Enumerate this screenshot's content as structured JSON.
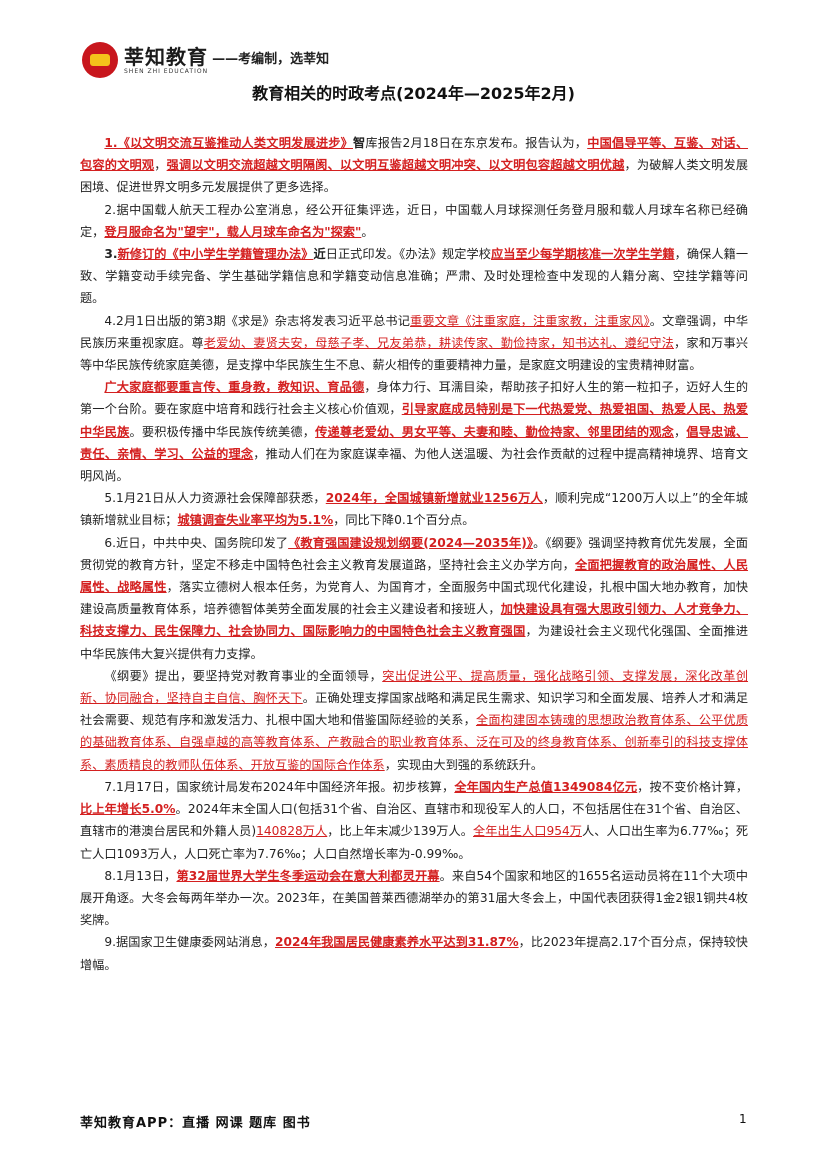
{
  "header": {
    "brand": "莘知教育",
    "brand_en": "SHEN ZHI EDUCATION",
    "slogan": "——考编制，选莘知"
  },
  "title": "教育相关的时政考点(2024年—2025年2月)",
  "paragraphs": [
    [
      {
        "t": "1.《以文明交流互鉴推动人类文明发展进步》",
        "s": "rb"
      },
      {
        "t": "智",
        "s": "b"
      },
      {
        "t": "库报告2月18日在东京发布。报告认为，"
      },
      {
        "t": "中国倡导平等、互鉴、对话、包容的文明观",
        "s": "rb"
      },
      {
        "t": "，"
      },
      {
        "t": "强调以文明交流超越文明隔阂、以文明互鉴超越文明冲突、以文明包容超越文明优越",
        "s": "rb"
      },
      {
        "t": "，为破解人类文明发展困境、促进世界文明多元发展提供了更多选择。"
      }
    ],
    [
      {
        "t": "2.据中国载人航天工程办公室消息，经公开征集评选，近日，中国载人月球探测任务登月服和载人月球车名称已经确定，"
      },
      {
        "t": "登月服命名为\"望宇\"，载人月球车命名为\"探索\"",
        "s": "rb"
      },
      {
        "t": "。"
      }
    ],
    [
      {
        "t": "3.",
        "s": "b"
      },
      {
        "t": "新修订的《中小学生学籍管理办法》",
        "s": "rb"
      },
      {
        "t": "近",
        "s": "b"
      },
      {
        "t": "日正式印发。《办法》规定学校"
      },
      {
        "t": "应当至少每学期核准一次学生学籍",
        "s": "rb"
      },
      {
        "t": "，确保人籍一致、学籍变动手续完备、学生基础学籍信息和学籍变动信息准确；严肃、及时处理检查中发现的人籍分离、空挂学籍等问题。"
      }
    ],
    [
      {
        "t": "4.2月1日出版的第3期《求是》杂志将发表习近平总书记"
      },
      {
        "t": "重要文章《注重家庭，注重家教，注重家风》",
        "s": "ru"
      },
      {
        "t": "。文章强调，中华民族历来重视家庭。尊"
      },
      {
        "t": "老爱幼、妻贤夫安，母慈子孝、兄友弟恭，耕读传家、勤俭持家，知书达礼、遵纪守法",
        "s": "ru"
      },
      {
        "t": "，家和万事兴等中华民族传统家庭美德，是支撑中华民族生生不息、薪火相传的重要精神力量，是家庭文明建设的宝贵精神财富。"
      }
    ],
    [
      {
        "t": "广大家庭都要重言传、重身教，教知识、育品德",
        "s": "rb"
      },
      {
        "t": "，身体力行、耳濡目染，帮助孩子扣好人生的第一粒扣子，迈好人生的第一个台阶。要在家庭中培育和践行社会主义核心价值观，"
      },
      {
        "t": "引导家庭成员特别是下一代热爱党、热爱祖国、热爱人民、热爱中华民族",
        "s": "rb"
      },
      {
        "t": "。要积极传播中华民族传统美德，"
      },
      {
        "t": "传递尊老爱幼、男女平等、夫妻和睦、勤俭持家、邻里团结的观念",
        "s": "rb"
      },
      {
        "t": "，"
      },
      {
        "t": "倡导忠诚、责任、亲情、学习、公益的理念",
        "s": "rb"
      },
      {
        "t": "，推动人们在为家庭谋幸福、为他人送温暖、为社会作贡献的过程中提高精神境界、培育文明风尚。"
      }
    ],
    [
      {
        "t": "5.1月21日从人力资源社会保障部获悉，"
      },
      {
        "t": "2024年，全国城镇新增就业1256万人",
        "s": "rb"
      },
      {
        "t": "，顺利完成“1200万人以上”的全年城镇新增就业目标；"
      },
      {
        "t": "城镇调查失业率平均为5.1%",
        "s": "rb"
      },
      {
        "t": "，同比下降0.1个百分点。"
      }
    ],
    [
      {
        "t": "6.近日，中共中央、国务院印发了"
      },
      {
        "t": "《教育强国建设规划纲要(2024—2035年)》",
        "s": "rb"
      },
      {
        "t": "。《纲要》强调坚持教育优先发展，全面贯彻党的教育方针，坚定不移走中国特色社会主义教育发展道路，坚持社会主义办学方向，"
      },
      {
        "t": "全面把握教育的政治属性、人民属性、战略属性",
        "s": "rb"
      },
      {
        "t": "，落实立德树人根本任务，为党育人、为国育才，全面服务中国式现代化建设，扎根中国大地办教育，加快建设高质量教育体系，培养德智体美劳全面发展的社会主义建设者和接班人，"
      },
      {
        "t": "加快建设具有强大思政引领力、人才竞争力、科技支撑力、民生保障力、社会协同力、国际影响力的中国特色社会主义教育强国",
        "s": "rb"
      },
      {
        "t": "，为建设社会主义现代化强国、全面推进中华民族伟大复兴提供有力支撑。"
      }
    ],
    [
      {
        "t": "《纲要》提出，要坚持党对教育事业的全面领导，"
      },
      {
        "t": "突出促进公平、提高质量，强化战略引领、支撑发展，深化改革创新、协同融合，坚持自主自信、胸怀天下",
        "s": "ru"
      },
      {
        "t": "。正确处理支撑国家战略和满足民生需求、知识学习和全面发展、培养人才和满足社会需要、规范有序和激发活力、扎根中国大地和借鉴国际经验的关系，"
      },
      {
        "t": "全面构建固本铸魂的思想政治教育体系、公平优质的基础教育体系、自强卓越的高等教育体系、产教融合的职业教育体系、泛在可及的终身教育体系、创新奉引的科技支撑体系、素质精良的教师队伍体系、开放互鉴的国际合作体系",
        "s": "ru"
      },
      {
        "t": "，实现由大到强的系统跃升。"
      }
    ],
    [
      {
        "t": "7.1月17日，国家统计局发布2024年中国经济年报。初步核算，"
      },
      {
        "t": "全年国内生产总值1349084亿元",
        "s": "rb"
      },
      {
        "t": "，按不变价格计算，"
      },
      {
        "t": "比上年增长5.0%",
        "s": "rb"
      },
      {
        "t": "。2024年末全国人口(包括31个省、自治区、直辖市和现役军人的人口，不包括居住在31个省、自治区、直辖市的港澳台居民和外籍人员)"
      },
      {
        "t": "140828万人",
        "s": "ru"
      },
      {
        "t": "，比上年末减少139万人。"
      },
      {
        "t": "全年出生人口954万",
        "s": "ru"
      },
      {
        "t": "人、人口出生率为6.77‰；死亡人口1093万人，人口死亡率为7.76‰；人口自然增长率为-0.99‰。"
      }
    ],
    [
      {
        "t": "8.1月13日，"
      },
      {
        "t": "第32届世界大学生冬季运动会在意大利都灵开幕",
        "s": "rb"
      },
      {
        "t": "。来自54个国家和地区的1655名运动员将在11个大项中展开角逐。大冬会每两年举办一次。2023年，在美国普莱西德湖举办的第31届大冬会上，中国代表团获得1金2银1铜共4枚奖牌。"
      }
    ],
    [
      {
        "t": "9.据国家卫生健康委网站消息，"
      },
      {
        "t": "2024年我国居民健康素养水平达到31.87%",
        "s": "rb"
      },
      {
        "t": "，比2023年提高2.17个百分点，保持较快增幅。"
      }
    ]
  ],
  "footer": {
    "text": "莘知教育APP：直播  网课  题库  图书",
    "page_number": "1"
  },
  "colors": {
    "highlight": "#d42020",
    "logo_red": "#c8161d",
    "logo_gold": "#f4c21b"
  }
}
